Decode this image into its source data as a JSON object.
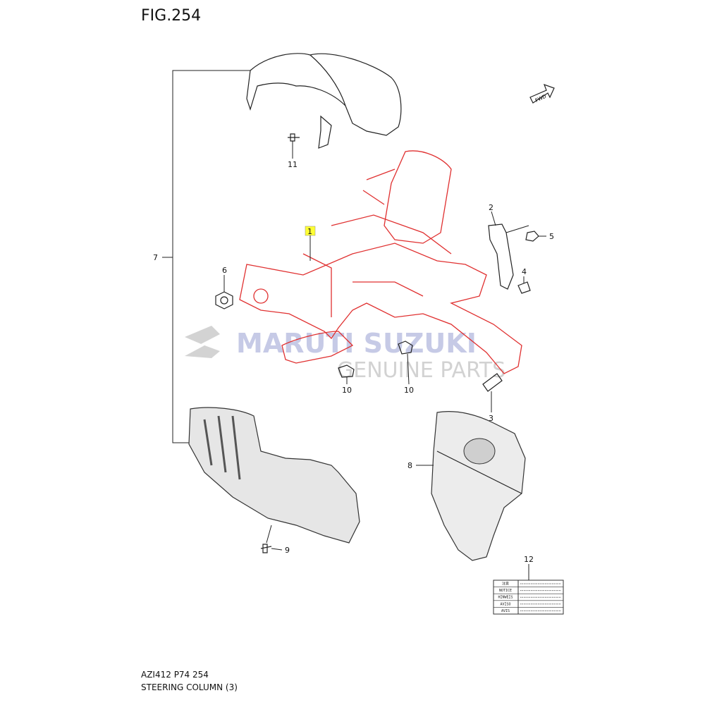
{
  "figure": {
    "title": "FIG.254",
    "code": "AZI412 P74 254",
    "name": "STEERING COLUMN (3)",
    "fwd_label": "FWD"
  },
  "watermark": {
    "brand": "MARUTI SUZUKI",
    "tagline": "GENUINE PARTS"
  },
  "callouts": {
    "c1": "1",
    "c2": "2",
    "c3": "3",
    "c4": "4",
    "c5": "5",
    "c6": "6",
    "c7": "7",
    "c8": "8",
    "c9": "9",
    "c10a": "10",
    "c10b": "10",
    "c11": "11",
    "c12": "12"
  },
  "label12": {
    "rows": [
      "注意",
      "NOTICE",
      "HINWEIS",
      "AVISO",
      "AVIS"
    ]
  },
  "colors": {
    "highlight": "#e03030",
    "callout_box": "#ffff33"
  }
}
